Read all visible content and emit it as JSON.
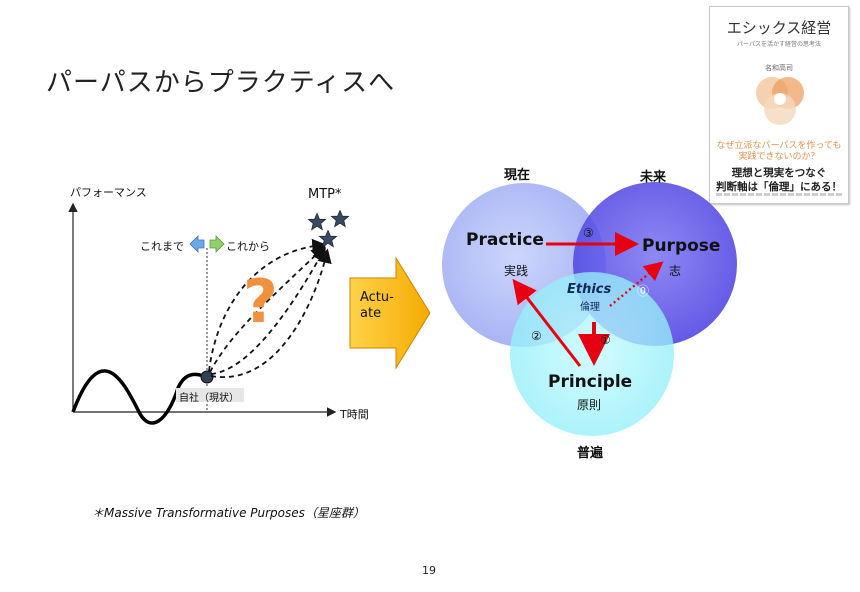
{
  "slide": {
    "title": "パーパスからプラクティスへ",
    "footnote": "＊Massive Transformative Purposes（星座群）",
    "page_number": "19"
  },
  "left_chart": {
    "y_axis_label": "パフォーマンス",
    "x_axis_label": "T時間",
    "target_label": "MTP*",
    "past_label": "これまで",
    "future_label": "これから",
    "current_label": "自社（現状）",
    "question_mark": "?"
  },
  "arrow": {
    "label_line1": "Actu-",
    "label_line2": "ate"
  },
  "venn": {
    "top_left_heading": "現在",
    "top_right_heading": "未来",
    "bottom_heading": "普遍",
    "practice": {
      "en": "Practice",
      "jp": "実践"
    },
    "purpose": {
      "en": "Purpose",
      "jp": "志"
    },
    "principle": {
      "en": "Principle",
      "jp": "原則"
    },
    "ethics": {
      "en": "Ethics",
      "jp": "倫理"
    },
    "steps": [
      "⓪",
      "①",
      "②",
      "③"
    ],
    "colors": {
      "practice": "#a9b6f5",
      "purpose": "#5a4fe6",
      "principle": "#9ff3fb",
      "arrow": "#e60012"
    }
  },
  "book": {
    "title": "エシックス経営",
    "subtitle": "パーパスを活かす経営の思考法",
    "author": "名和高司",
    "tagline": "なぜ立派なパーパスを作っても実践できないのか？",
    "line1": "理想と現実をつなぐ",
    "line2": "判断軸は「倫理」にある！"
  }
}
